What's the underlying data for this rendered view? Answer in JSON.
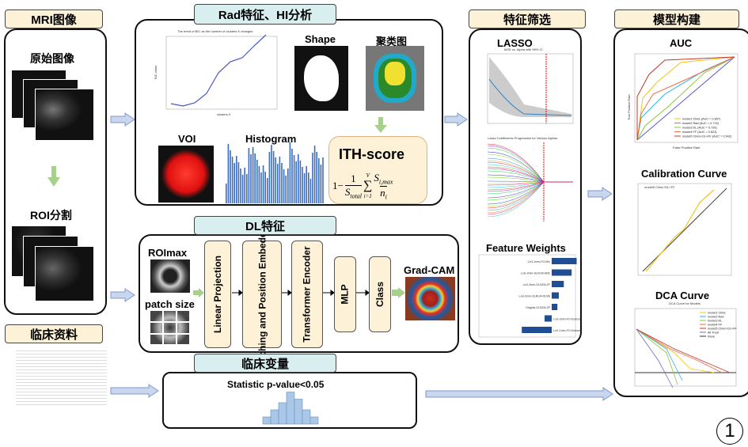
{
  "panels": {
    "mri": "MRI图像",
    "clinical": "临床资料",
    "rad": "Rad特征、HI分析",
    "dl": "DL特征",
    "clinvar": "临床变量",
    "select": "特征筛选",
    "model": "模型构建"
  },
  "mri": {
    "original": "原始图像",
    "roi": "ROI分割"
  },
  "rad": {
    "elbow_title": "The trend of BIC as the number of clusters K changes",
    "elbow_xlabel": "clusters K",
    "elbow_ylabel": "BIC value",
    "shape": "Shape",
    "cluster": "聚类图",
    "voi": "VOI",
    "histogram": "Histogram",
    "ith_title": "ITH-score",
    "formula": {
      "one": "1−",
      "num": "1",
      "den": "S",
      "den_sub": "total",
      "sum_top": "V",
      "sum_bot": "i=1",
      "s": "S",
      "s_sub": "i,max",
      "n": "n",
      "n_sub": "i"
    }
  },
  "dl": {
    "roimax": "ROImax",
    "patch": "patch size",
    "steps": [
      "Linear Projection",
      "Patching and Position Embedding",
      "Transformer Encoder",
      "MLP",
      "Class"
    ],
    "gradcam": "Grad-CAM"
  },
  "clinvar": {
    "stat": "Statistic p-value<0.05",
    "hist": [
      2,
      4,
      6,
      9,
      7,
      4,
      2
    ]
  },
  "select": {
    "lasso": "LASSO",
    "lasso_sub": "MSE vs. Alpha with 95% CI",
    "lasso2_sub": "Lasso Coefficients Progression for Various Alphas",
    "fw": "Feature Weights",
    "features": [
      {
        "name": "LoG-1mm-FO-Min",
        "w": 0.035
      },
      {
        "name": "LoG-3mm-GLRLM-SRE",
        "w": 0.028
      },
      {
        "name": "LoG-3mm-GLSZM-ZP",
        "w": 0.017
      },
      {
        "name": "LoG-3mm-GLRLM-RLNN",
        "w": 0.01
      },
      {
        "name": "Original-GLSZM-ZP",
        "w": 0.008
      },
      {
        "name": "LoG-3mm-FO-Kurtosis",
        "w": -0.01
      },
      {
        "name": "LoG-1mm-FO-Kurtosis",
        "w": -0.042
      }
    ]
  },
  "model": {
    "auc": "AUC",
    "roc_legend": [
      "model1 Clinic (AUC = 0.857)",
      "model2 Rad (AUC = 0.776)",
      "model3 DL (AUC = 0.726)",
      "model4 FF (AUC = 0.823)",
      "model5 Clinic+DL+FF (AUC = 0.942)"
    ],
    "roc_colors": [
      "#f2c418",
      "#2ab0e6",
      "#8cc63e",
      "#f26b4a",
      "#c0392b"
    ],
    "roc_x": "False Positive Rate",
    "roc_y": "True Positive Rate",
    "calib": "Calibration Curve",
    "calib_legend": "model5 Clinic+DL+FF",
    "dca": "DCA Curve",
    "dca_title": "DCA Curve for Models",
    "dca_legend": [
      "model1 Clinic",
      "model2 Rad",
      "model3 DL",
      "model4 FF",
      "model5 Clinic+DL+FF",
      "All Treat",
      "None"
    ]
  },
  "badge": "1"
}
